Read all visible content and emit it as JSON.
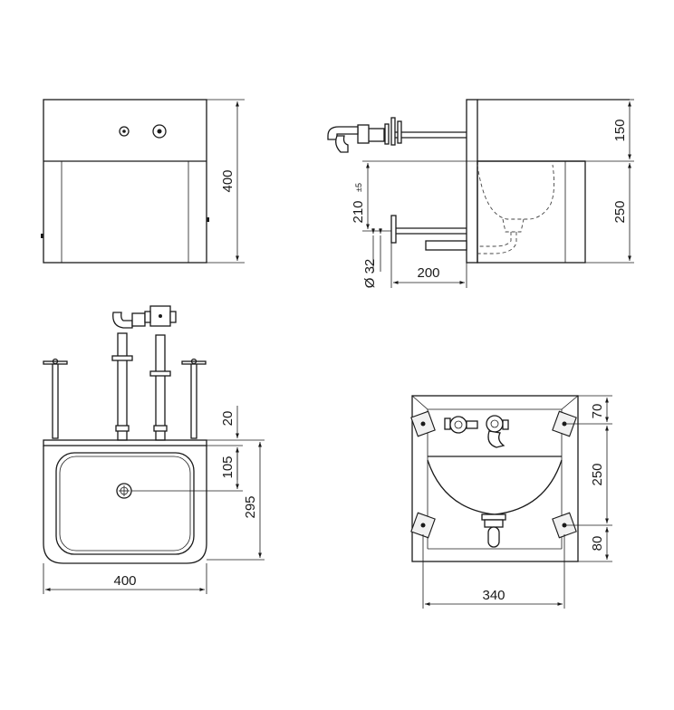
{
  "front_view": {
    "height_label": "400"
  },
  "side_view": {
    "top_label": "150",
    "bottom_label": "250",
    "pipe_height_label": "210",
    "pipe_tolerance_label": "±5",
    "diameter_label": "Ø 32",
    "projection_label": "200"
  },
  "top_view": {
    "width_label": "400",
    "label_20": "20",
    "label_105": "105",
    "label_295": "295"
  },
  "bottom_view": {
    "label_70": "70",
    "label_250": "250",
    "label_80": "80",
    "width_label": "340"
  }
}
